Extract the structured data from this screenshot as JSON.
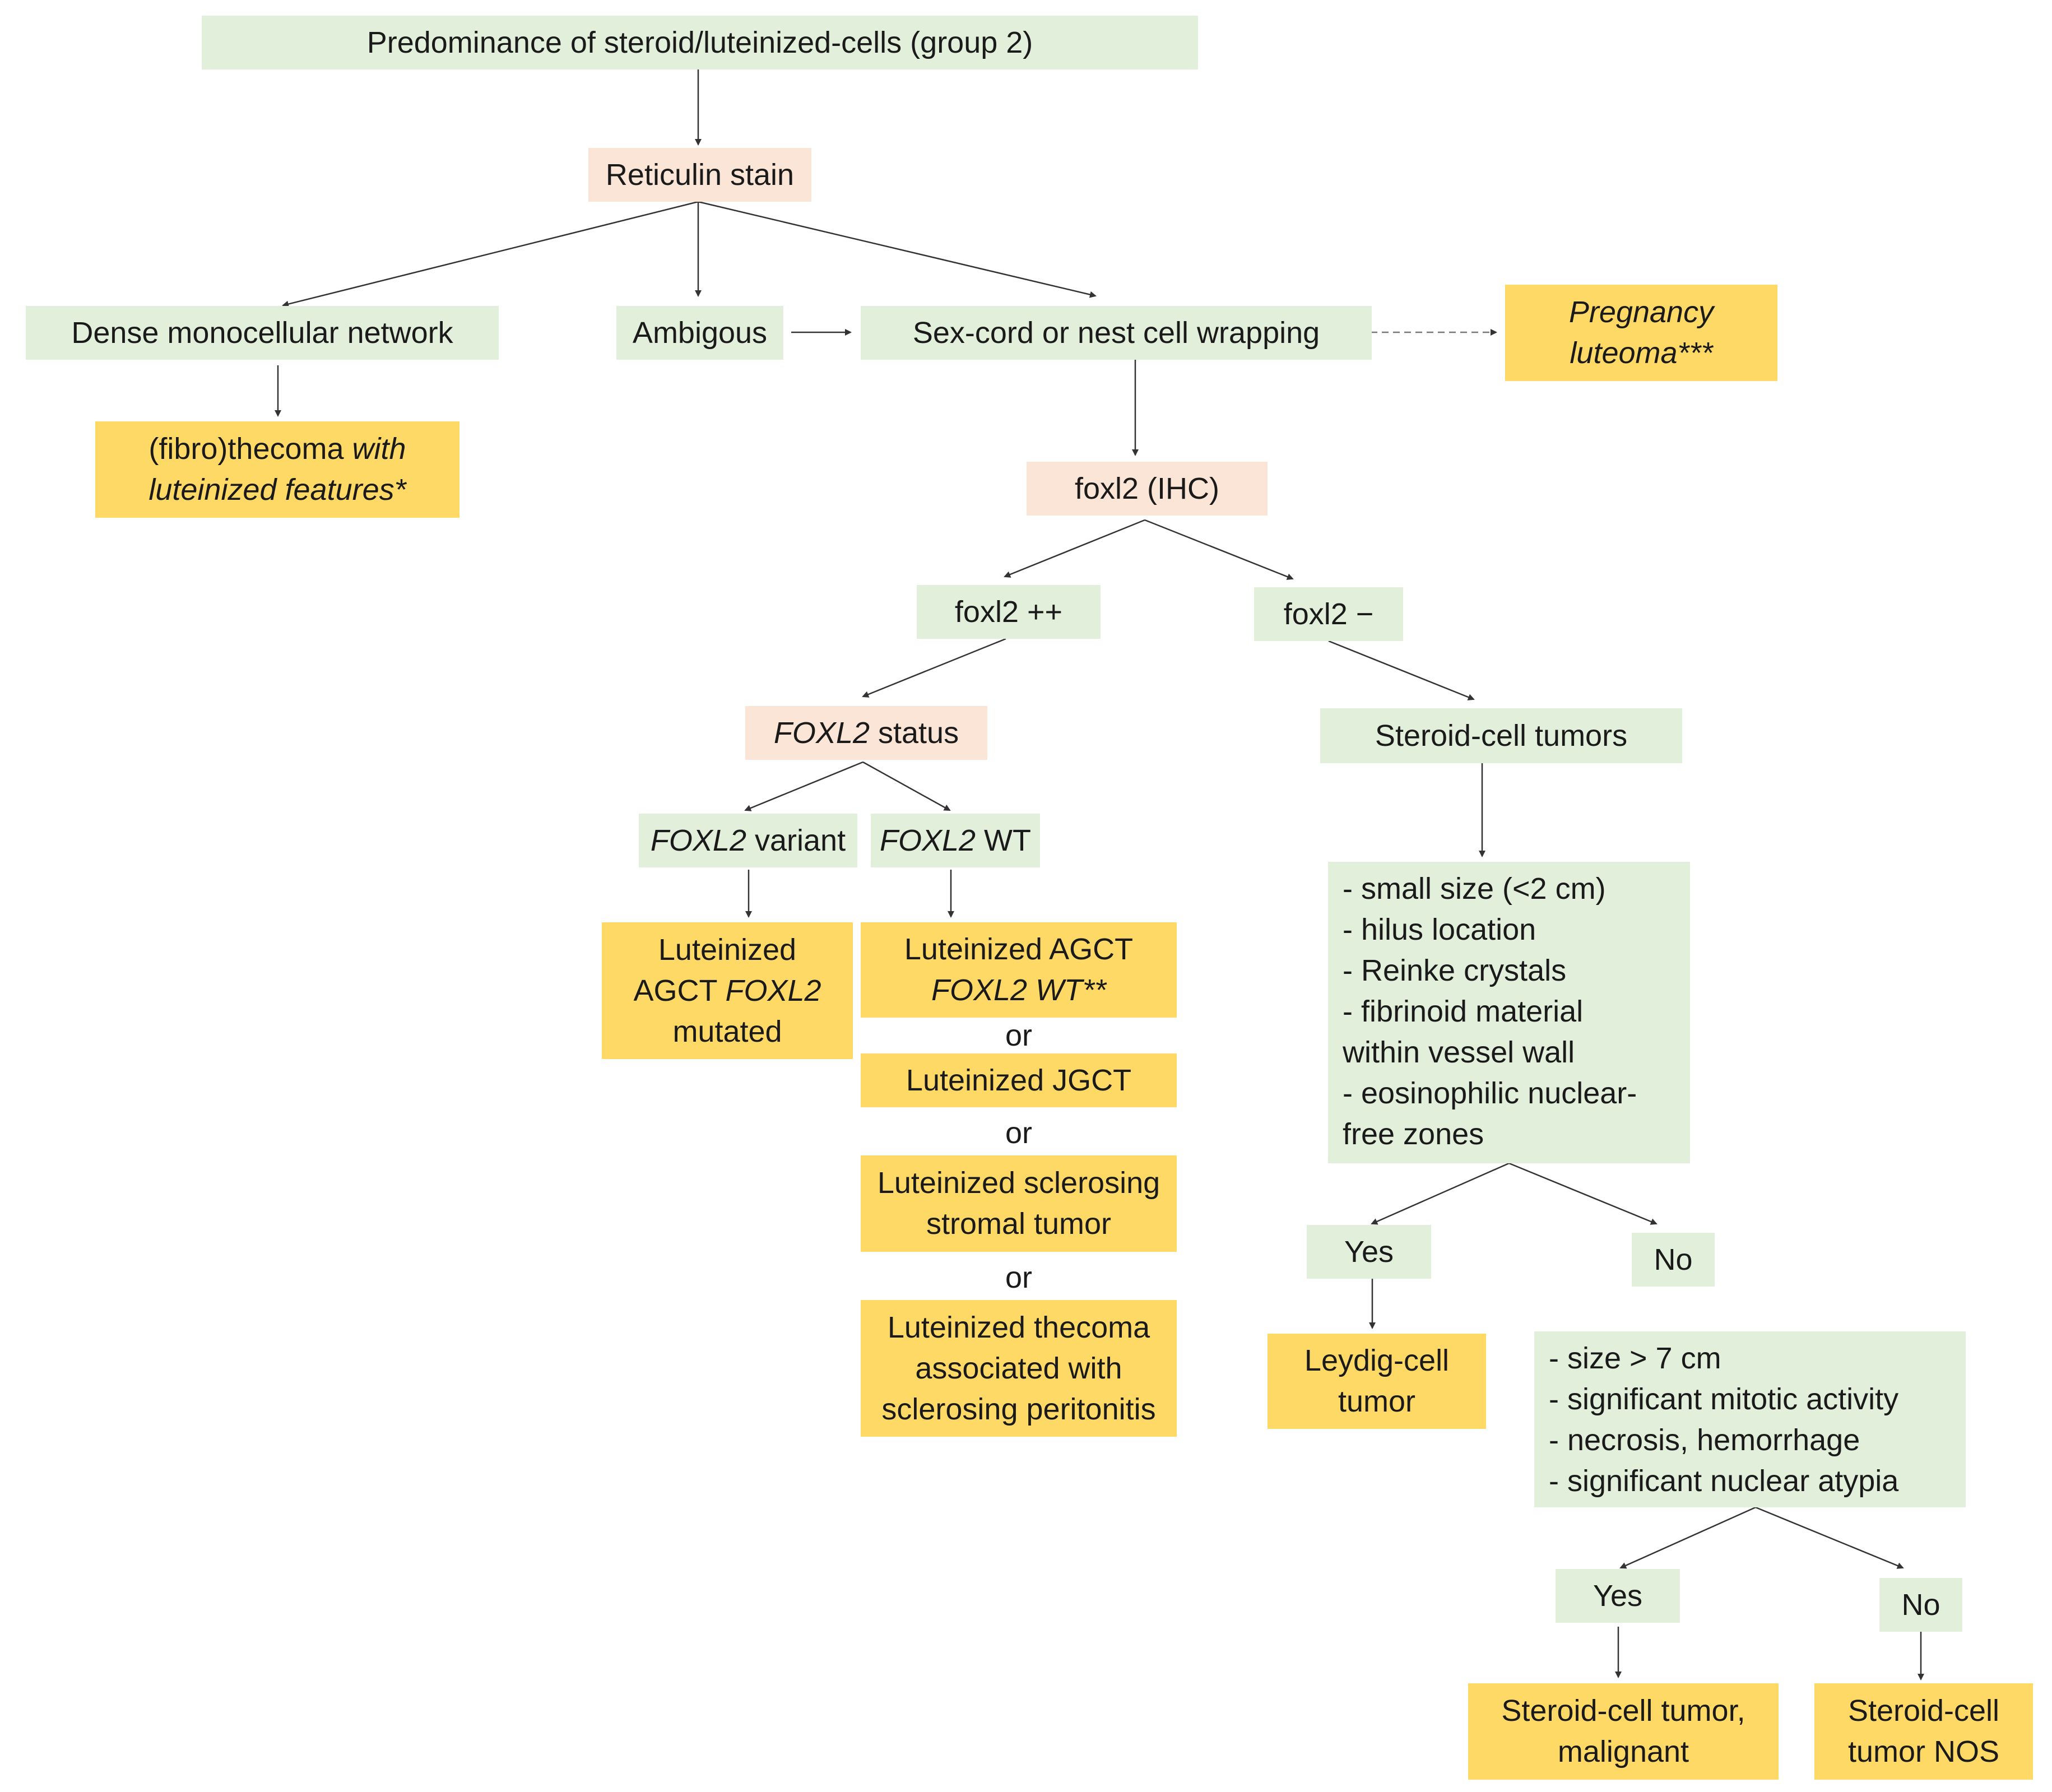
{
  "nodes": {
    "root": "Predominance of steroid/luteinized-cells (group 2)",
    "reticulin": "Reticulin stain",
    "dense": "Dense monocellular network",
    "ambigous": "Ambigous",
    "sexcord": "Sex-cord or nest cell wrapping",
    "pregnancy_l1": "Pregnancy",
    "pregnancy_l2": "luteoma***",
    "fibro_pre": "(fibro)thecoma ",
    "fibro_it1": "with",
    "fibro_it2": "luteinized features*",
    "foxl2_ihc": "foxl2 (IHC)",
    "foxl2_pos": "foxl2 ++",
    "foxl2_neg": "foxl2 −",
    "foxl2_status_it": "FOXL2",
    "foxl2_status_rest": " status",
    "steroid": "Steroid-cell tumors",
    "variant_it": "FOXL2",
    "variant_rest": " variant",
    "wt_it": "FOXL2",
    "wt_rest": " WT",
    "agct_mut_l1": "Luteinized",
    "agct_mut_l2a": "AGCT ",
    "agct_mut_l2it": "FOXL2",
    "agct_mut_l3": "mutated",
    "agct_wt_l1": "Luteinized AGCT",
    "agct_wt_l2it": "FOXL2",
    "agct_wt_l2b": " WT**",
    "or": "or",
    "jgct": "Luteinized JGCT",
    "sclerosing_l1": "Luteinized sclerosing",
    "sclerosing_l2": "stromal tumor",
    "thecoma_l1": "Luteinized thecoma",
    "thecoma_l2": "associated with",
    "thecoma_l3": "sclerosing peritonitis",
    "criteria1": [
      "- small size (<2 cm)",
      "- hilus location",
      "- Reinke crystals",
      "- fibrinoid material",
      "within vessel wall",
      "- eosinophilic nuclear-",
      "free zones"
    ],
    "yes": "Yes",
    "no": "No",
    "leydig_l1": "Leydig-cell",
    "leydig_l2": "tumor",
    "criteria2": [
      "- size > 7 cm",
      "- significant mitotic activity",
      "- necrosis, hemorrhage",
      "- significant nuclear atypia"
    ],
    "malignant_l1": "Steroid-cell tumor,",
    "malignant_l2": "malignant",
    "nos_l1": "Steroid-cell",
    "nos_l2": "tumor NOS"
  },
  "colors": {
    "green": "#e2efda",
    "pink": "#fbe5d6",
    "yellow": "#ffd966",
    "line": "#333333"
  }
}
